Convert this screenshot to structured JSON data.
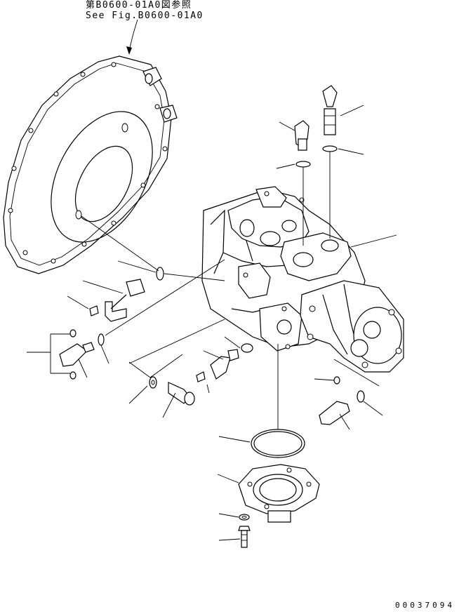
{
  "reference": {
    "japanese": "第B0600-01A0図参照",
    "english": "See Fig.B0600-01A0"
  },
  "document_number": "00037094",
  "parts": [
    "flywheel-housing-gasket-plate",
    "main-hydraulic-pump",
    "gear-pump",
    "elbow-fitting",
    "straight-connector",
    "o-ring",
    "plug",
    "bolt",
    "washer",
    "large-o-ring",
    "suction-flange",
    "tee-fitting",
    "bent-tube"
  ]
}
